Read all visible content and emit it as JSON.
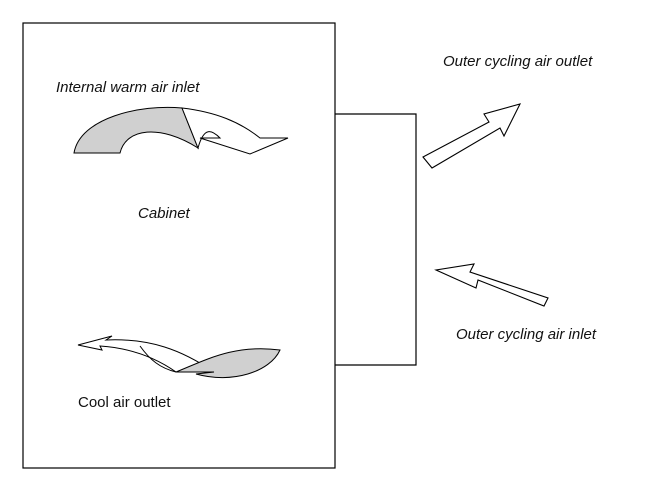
{
  "labels": {
    "internal_warm_air_inlet": "Internal warm air inlet",
    "cabinet": "Cabinet",
    "cool_air_outlet": "Cool air outlet",
    "outer_cycling_air_outlet": "Outer cycling air outlet",
    "outer_cycling_air_inlet": "Outer cycling air inlet"
  },
  "colors": {
    "stroke": "#000000",
    "arrow_fill_gray": "#d0d0d0",
    "arrow_fill_white": "#ffffff"
  }
}
